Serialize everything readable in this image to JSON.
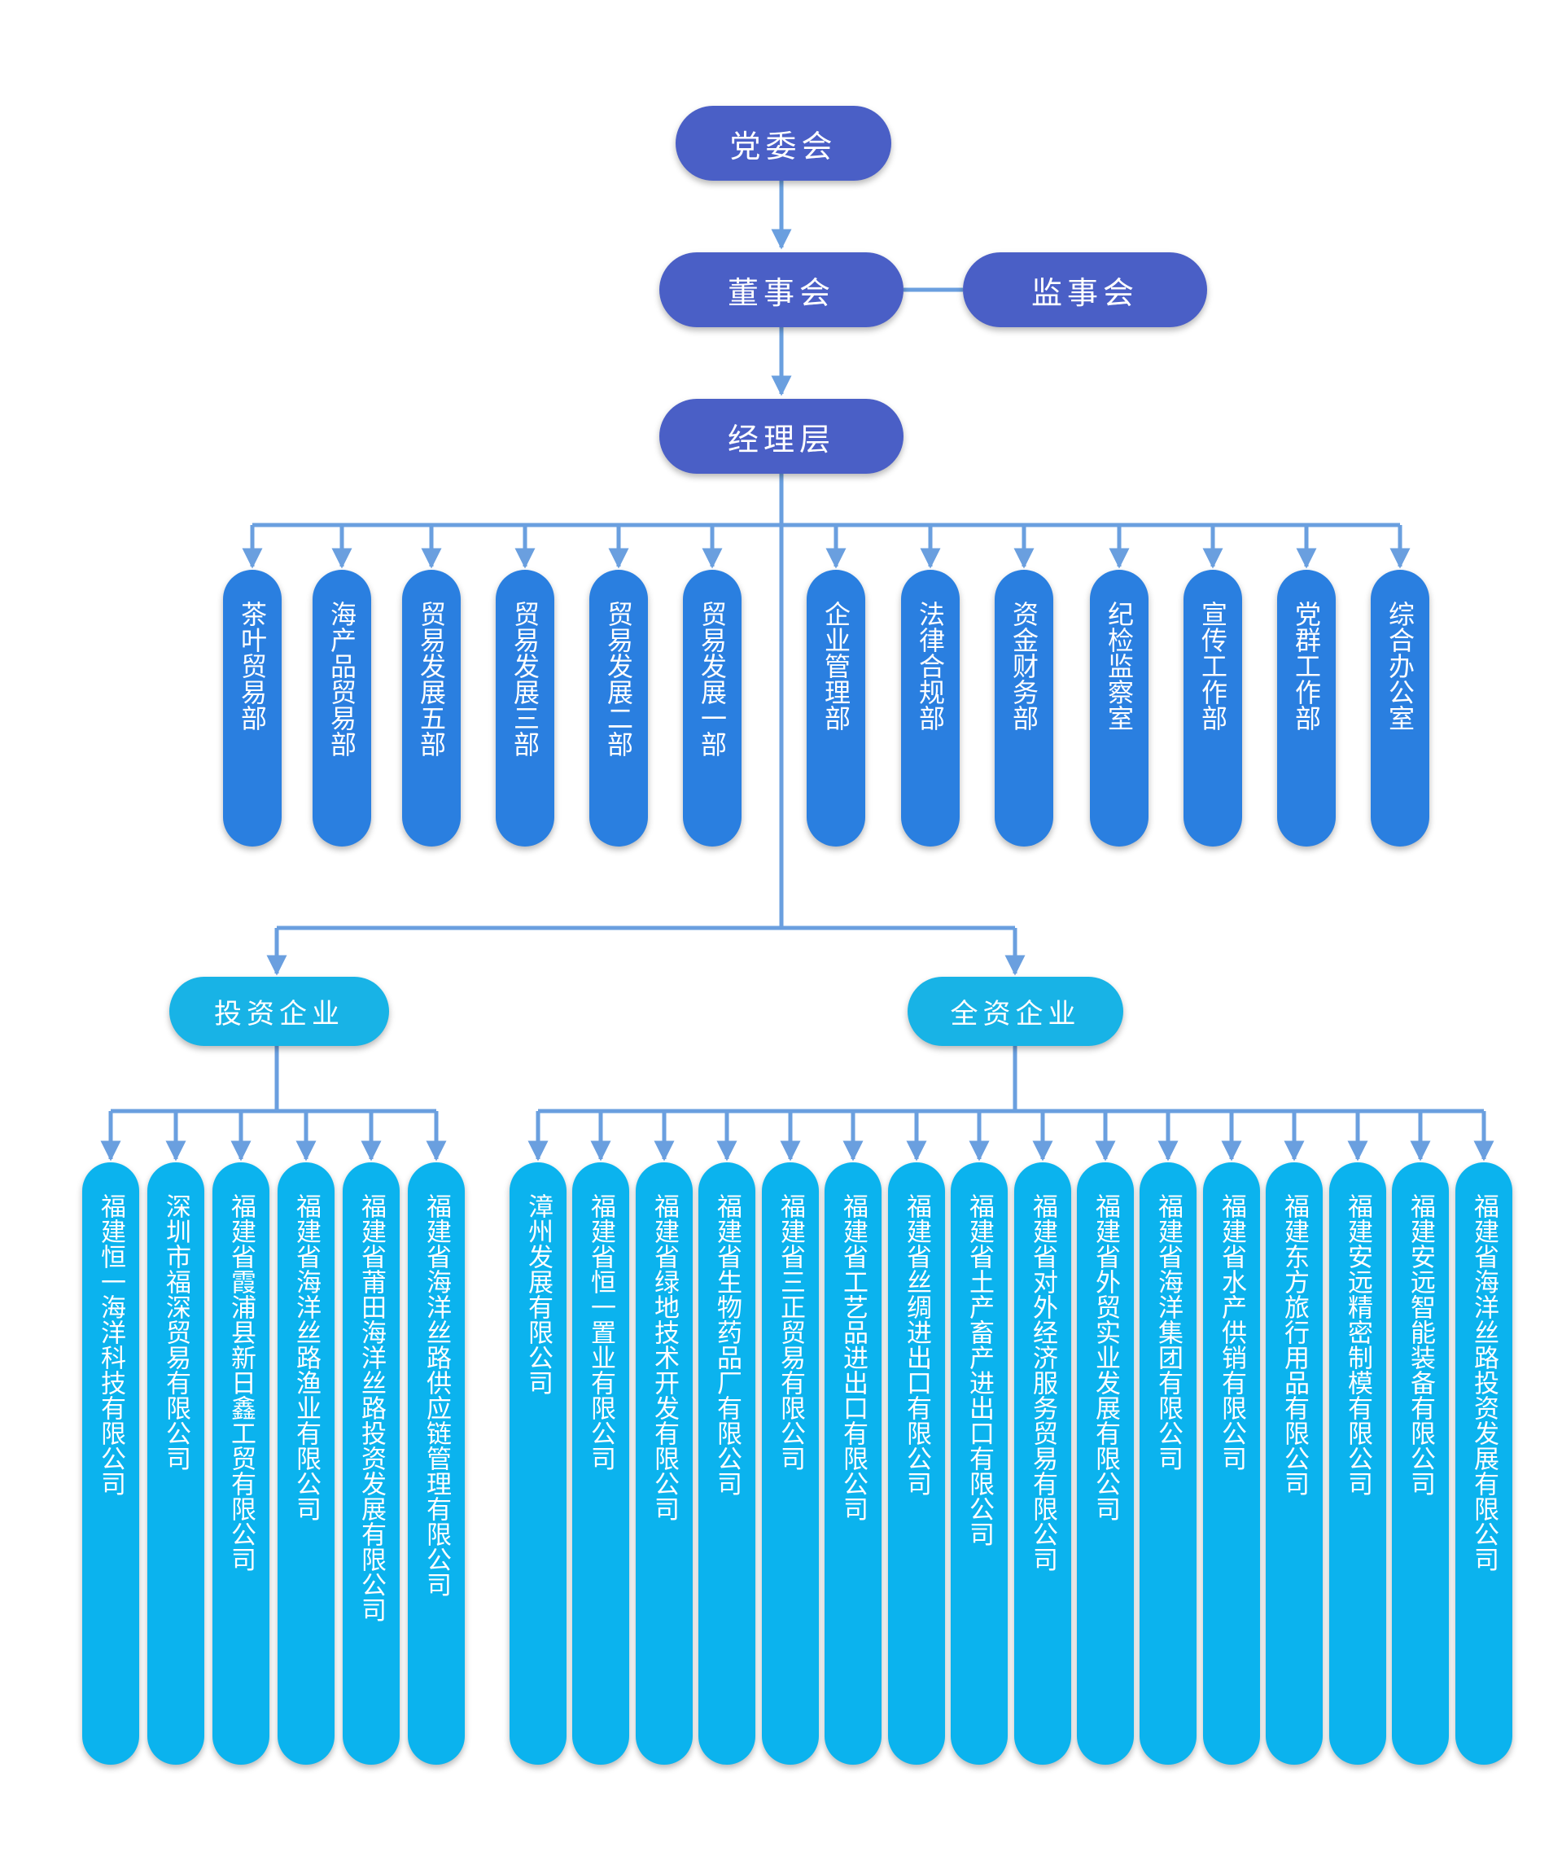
{
  "top": {
    "party_committee": "党委会",
    "board": "董事会",
    "supervisory_board": "监事会",
    "management": "经理层"
  },
  "departments": [
    "综合办公室",
    "党群工作部",
    "宣传工作部",
    "纪检监察室",
    "资金财务部",
    "法律合规部",
    "企业管理部",
    "贸易发展一部",
    "贸易发展二部",
    "贸易发展三部",
    "贸易发展五部",
    "海产品贸易部",
    "茶叶贸易部"
  ],
  "groups": {
    "wholly_owned": "全资企业",
    "invested": "投资企业"
  },
  "wholly_owned_companies": [
    "福建省海洋丝路投资发展有限公司",
    "福建安远智能装备有限公司",
    "福建安远精密制模有限公司",
    "福建东方旅行用品有限公司",
    "福建省水产供销有限公司",
    "福建省海洋集团有限公司",
    "福建省外贸实业发展有限公司",
    "福建省对外经济服务贸易有限公司",
    "福建省土产畜产进出口有限公司",
    "福建省丝绸进出口有限公司",
    "福建省工艺品进出口有限公司",
    "福建省三正贸易有限公司",
    "福建省生物药品厂有限公司",
    "福建省绿地技术开发有限公司",
    "福建省恒一置业有限公司",
    "漳州发展有限公司"
  ],
  "invested_companies": [
    "福建省海洋丝路供应链管理有限公司",
    "福建省莆田海洋丝路投资发展有限公司",
    "福建省海洋丝路渔业有限公司",
    "福建省霞浦县新日鑫工贸有限公司",
    "深圳市福深贸易有限公司",
    "福建恒一海洋科技有限公司"
  ]
}
